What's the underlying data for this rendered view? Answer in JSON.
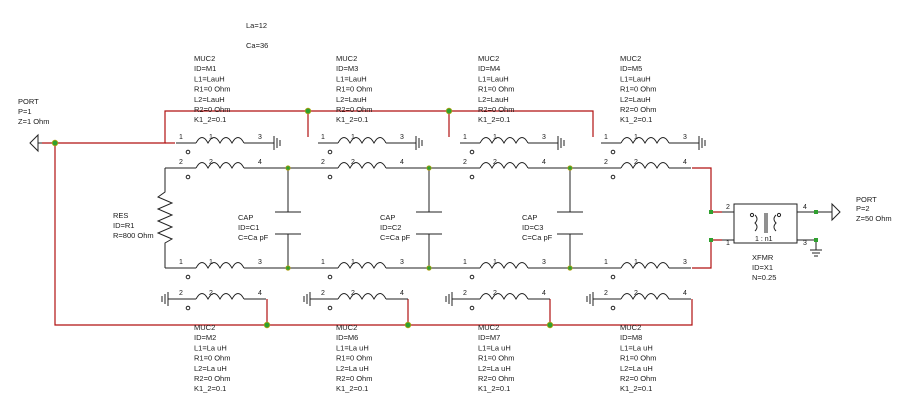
{
  "variables": [
    "La=12",
    "Ca=36"
  ],
  "ports": [
    {
      "type": "PORT",
      "p": "P=1",
      "z": "Z=1 Ohm"
    },
    {
      "type": "PORT",
      "p": "P=2",
      "z": "Z=50 Ohm"
    }
  ],
  "transformer": {
    "ratio": "1 : n1",
    "pins": [
      "2",
      "1",
      "4",
      "3"
    ],
    "lines": [
      "XFMR",
      "ID=X1",
      "N=0.25"
    ]
  },
  "resistor": {
    "lines": [
      "RES",
      "ID=R1",
      "R=800 Ohm"
    ]
  },
  "capacitors": [
    [
      "CAP",
      "ID=C1",
      "C=Ca pF"
    ],
    [
      "CAP",
      "ID=C2",
      "C=Ca pF"
    ],
    [
      "CAP",
      "ID=C3",
      "C=Ca pF"
    ]
  ],
  "muc_top": [
    [
      "MUC2",
      "ID=M1",
      "L1=LauH",
      "R1=0 Ohm",
      "L2=LauH",
      "R2=0 Ohm",
      "K1_2=0.1"
    ],
    [
      "MUC2",
      "ID=M3",
      "L1=LauH",
      "R1=0 Ohm",
      "L2=LauH",
      "R2=0 Ohm",
      "K1_2=0.1"
    ],
    [
      "MUC2",
      "ID=M4",
      "L1=LauH",
      "R1=0 Ohm",
      "L2=LauH",
      "R2=0 Ohm",
      "K1_2=0.1"
    ],
    [
      "MUC2",
      "ID=M5",
      "L1=LauH",
      "R1=0 Ohm",
      "L2=LauH",
      "R2=0 Ohm",
      "K1_2=0.1"
    ]
  ],
  "muc_bottom": [
    [
      "MUC2",
      "ID=M2",
      "L1=La uH",
      "R1=0 Ohm",
      "L2=La uH",
      "R2=0 Ohm",
      "K1_2=0.1"
    ],
    [
      "MUC2",
      "ID=M6",
      "L1=La uH",
      "R1=0 Ohm",
      "L2=La uH",
      "R2=0 Ohm",
      "K1_2=0.1"
    ],
    [
      "MUC2",
      "ID=M7",
      "L1=La uH",
      "R1=0 Ohm",
      "L2=La uH",
      "R2=0 Ohm",
      "K1_2=0.1"
    ],
    [
      "MUC2",
      "ID=M8",
      "L1=La uH",
      "R1=0 Ohm",
      "L2=La uH",
      "R2=0 Ohm",
      "K1_2=0.1"
    ]
  ],
  "inductor_pins": {
    "upper_pair": [
      "1",
      "1",
      "3",
      "2",
      "2",
      "4"
    ],
    "lower_pair": [
      "1",
      "1",
      "3",
      "2",
      "2",
      "4"
    ]
  },
  "colors": {
    "wire": "#b01010",
    "ink": "#222222",
    "junction": "#2fa02f"
  }
}
